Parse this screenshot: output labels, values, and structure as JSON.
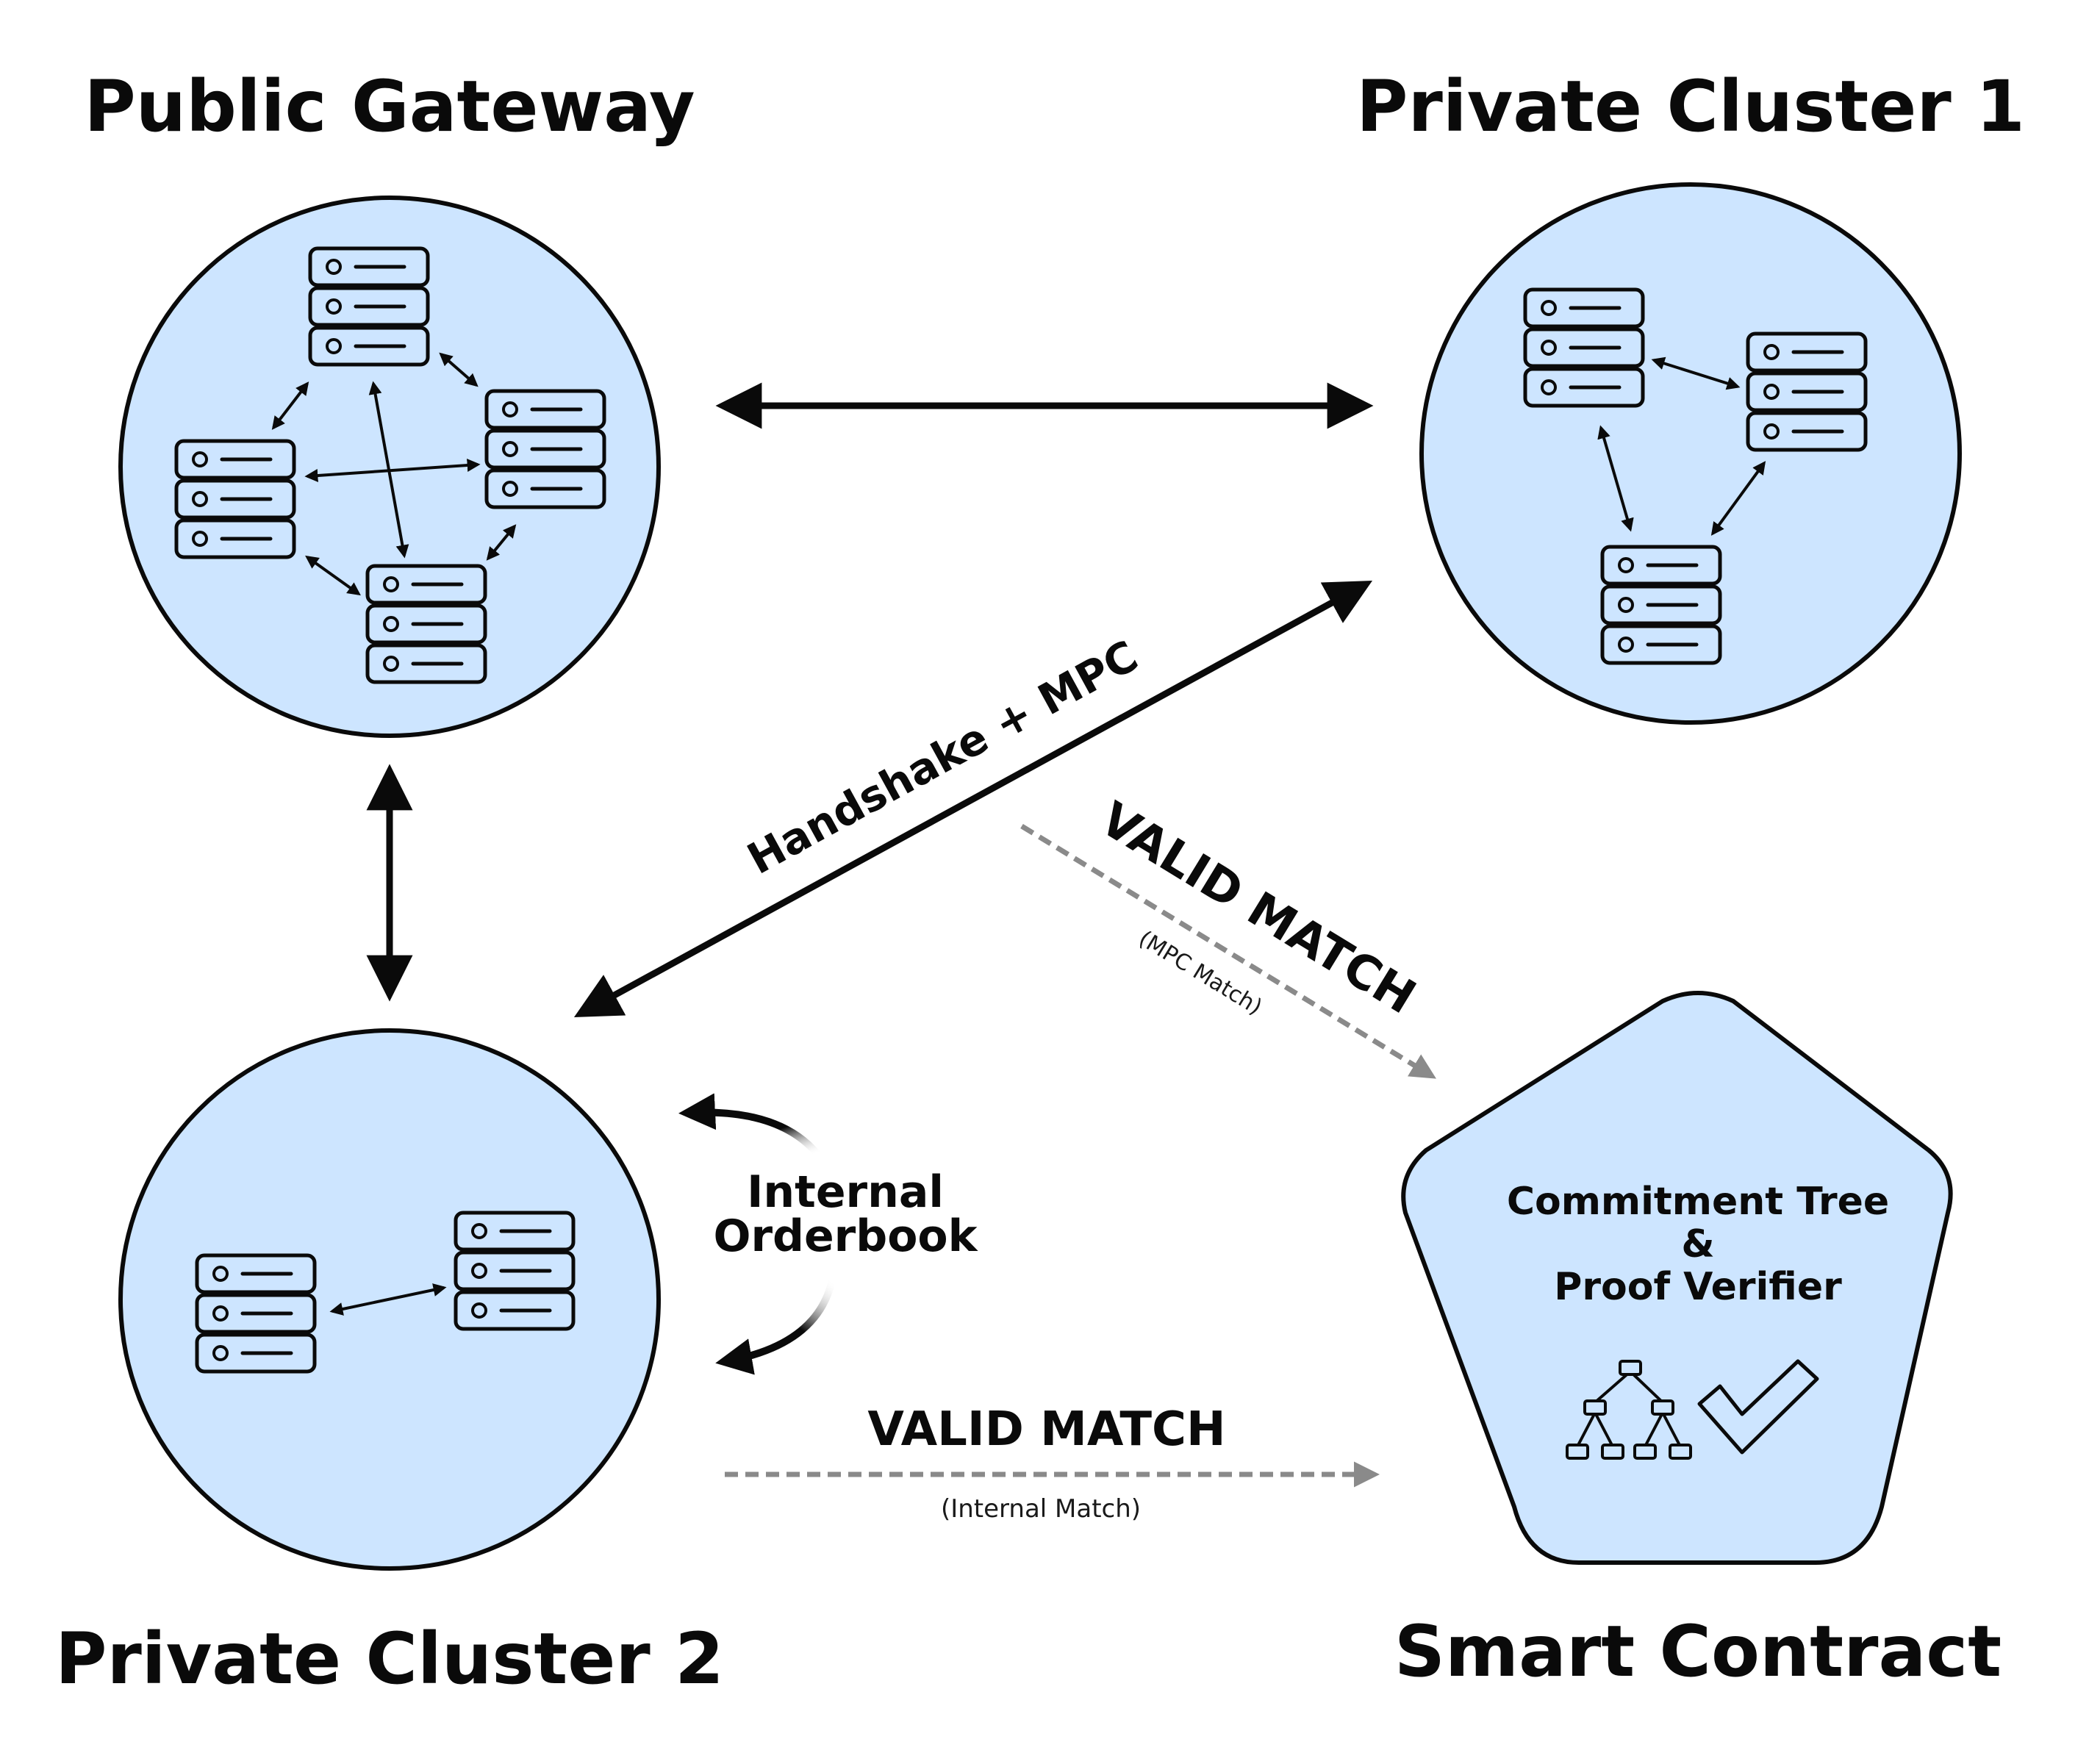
{
  "nodes": {
    "public_gateway": {
      "title": "Public Gateway"
    },
    "private_cluster_1": {
      "title": "Private Cluster 1"
    },
    "private_cluster_2": {
      "title": "Private Cluster 2"
    },
    "smart_contract": {
      "title": "Smart Contract",
      "body_line1": "Commitment Tree",
      "body_line2": "&",
      "body_line3": "Proof Verifier",
      "icons": [
        "tree-icon",
        "checkmark-icon"
      ]
    }
  },
  "edges": {
    "handshake": {
      "label": "Handshake + MPC"
    },
    "valid_match_mpc": {
      "label": "VALID MATCH",
      "sublabel": "(MPC Match)"
    },
    "internal_orderbook": {
      "label_line1": "Internal",
      "label_line2": "Orderbook"
    },
    "valid_match_internal": {
      "label": "VALID MATCH",
      "sublabel": "(Internal Match)"
    }
  },
  "colors": {
    "node_fill": "#cde5ff",
    "stroke": "#0a0a0a",
    "dashed_arrow": "#8a8a8a"
  }
}
